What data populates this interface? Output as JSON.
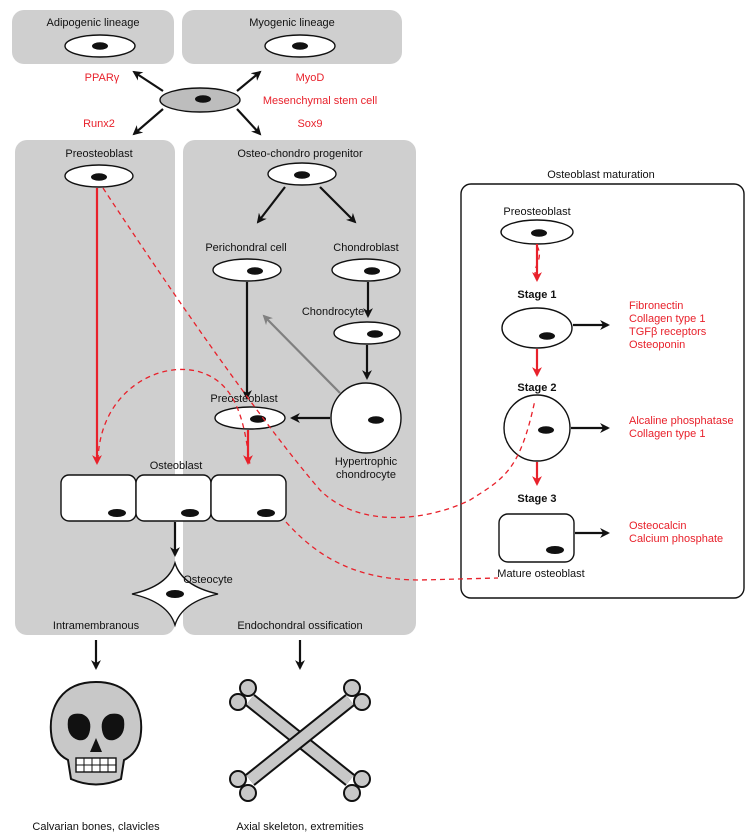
{
  "colors": {
    "panel_fill": "#cfcfcf",
    "accent_red": "#e8212b",
    "arrow_black": "#111111",
    "arrow_gray": "#808080"
  },
  "top": {
    "adipogenic_title": "Adipogenic lineage",
    "myogenic_title": "Myogenic lineage",
    "pparg": "PPARγ",
    "myod": "MyoD",
    "msc": "Mesenchymal stem cell",
    "runx2": "Runx2",
    "sox9": "Sox9"
  },
  "left_panel": {
    "preosteoblast": "Preosteoblast",
    "footer": "Intramembranous"
  },
  "center_panel": {
    "progenitor": "Osteo-chondro progenitor",
    "perichondral": "Perichondral cell",
    "chondroblast": "Chondroblast",
    "chondrocyte": "Chondrocyte",
    "preosteoblast": "Preosteoblast",
    "hypertrophic_line1": "Hypertrophic",
    "hypertrophic_line2": "chondrocyte",
    "footer": "Endochondral ossification"
  },
  "shared": {
    "osteoblast": "Osteoblast",
    "osteocyte": "Osteocyte"
  },
  "maturation": {
    "title": "Osteoblast maturation",
    "preosteoblast": "Preosteoblast",
    "stage1": "Stage 1",
    "stage2": "Stage 2",
    "stage3": "Stage 3",
    "mature": "Mature osteoblast",
    "stage1_markers": [
      "Fibronectin",
      "Collagen type 1",
      "TGFβ receptors",
      "Osteoponin"
    ],
    "stage2_markers": [
      "Alcaline phosphatase",
      "Collagen type 1"
    ],
    "stage3_markers": [
      "Osteocalcin",
      "Calcium phosphate"
    ]
  },
  "bottom": {
    "skull_caption": "Calvarian bones, clavicles",
    "bone_caption": "Axial skeleton, extremities"
  },
  "icons": {
    "skull": "skull-icon",
    "bones": "crossed-bones-icon"
  }
}
